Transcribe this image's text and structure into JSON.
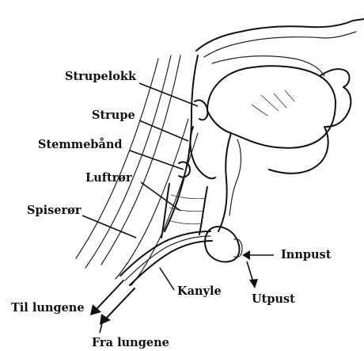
{
  "labels": {
    "strupelokk": "Strupelokk",
    "strupe": "Strupe",
    "stemmeband": "Stemmebånd",
    "luftror": "Luftrør",
    "spiseror": "Spiserør",
    "kanyle": "Kanyle",
    "innpust": "Innpust",
    "utpust": "Utpust",
    "til_lungene": "Til lungene",
    "fra_lungene": "Fra lungene"
  },
  "colors": {
    "ink": "#111111",
    "background": "#ffffff"
  }
}
